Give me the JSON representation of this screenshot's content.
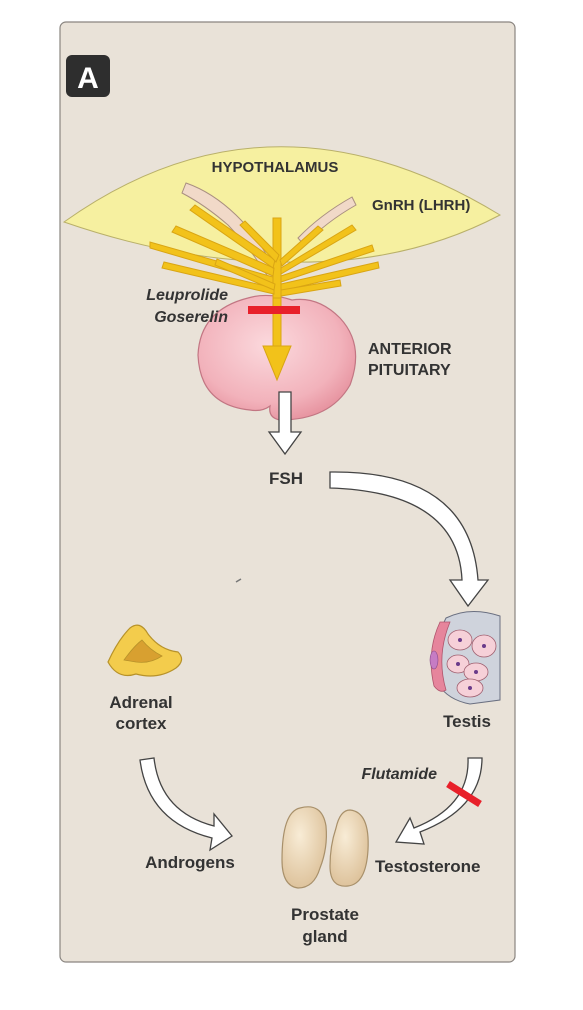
{
  "panel_label": "A",
  "labels": {
    "hypothalamus": "HYPOTHALAMUS",
    "gnrh": "GnRH (LHRH)",
    "leuprolide": "Leuprolide",
    "goserelin": "Goserelin",
    "anterior": "ANTERIOR",
    "pituitary": "PITUITARY",
    "fsh": "FSH",
    "adrenal_line1": "Adrenal",
    "adrenal_line2": "cortex",
    "testis": "Testis",
    "flutamide": "Flutamide",
    "androgens": "Androgens",
    "testosterone": "Testosterone",
    "prostate_line1": "Prostate",
    "prostate_line2": "gland"
  },
  "colors": {
    "background_panel": "#e9e2d8",
    "hypothalamus_fill": "#f6f0a0",
    "gnrh_neuron": "#f2c21a",
    "pituitary_fill": "#f2b2bb",
    "block_bar": "#e8202a",
    "prostate_fill": "#efd9b4",
    "adrenal_fill": "#f3cc4c",
    "arrow_fill": "#ffffff",
    "text": "#333333"
  }
}
